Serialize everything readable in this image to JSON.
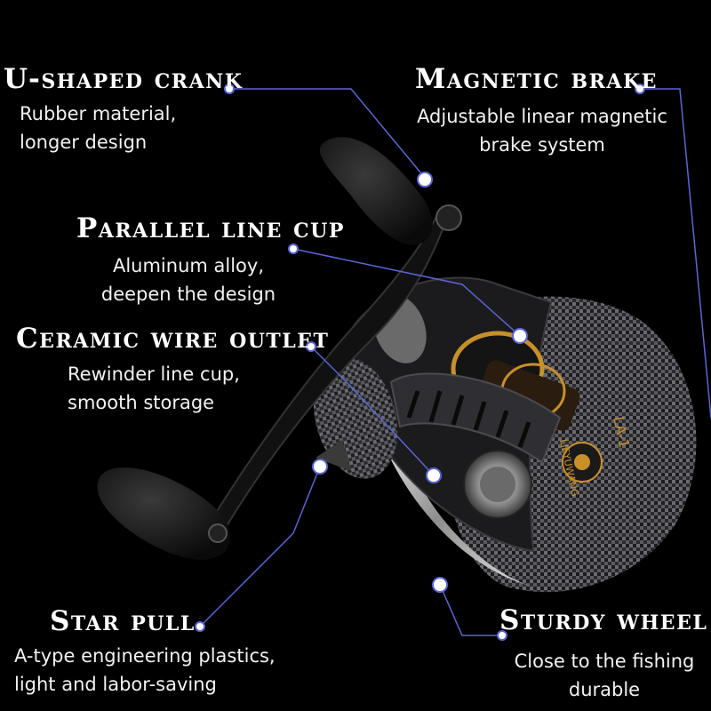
{
  "features": [
    {
      "title": "U-shaped crank",
      "description": "Rubber material,\nlonger design"
    },
    {
      "title": "Magnetic brake",
      "description": "Adjustable linear magnetic\nbrake system"
    },
    {
      "title": "Parallel line cup",
      "description": "Aluminum alloy,\ndeepen the design"
    },
    {
      "title": "Ceramic wire outlet",
      "description": "Rewinder line cup,\nsmooth storage"
    },
    {
      "title": "Star pull",
      "description": "A-type engineering plastics,\nlight and labor-saving"
    },
    {
      "title": "Sturdy wheel",
      "description": "Close to the fishing\ndurable"
    }
  ],
  "reel": {
    "brand": "LIEYUWANG",
    "model": "LA-1"
  },
  "colors": {
    "background": "#000000",
    "leader_line": "#5a66d6",
    "accent_gold": "#c9902a"
  }
}
